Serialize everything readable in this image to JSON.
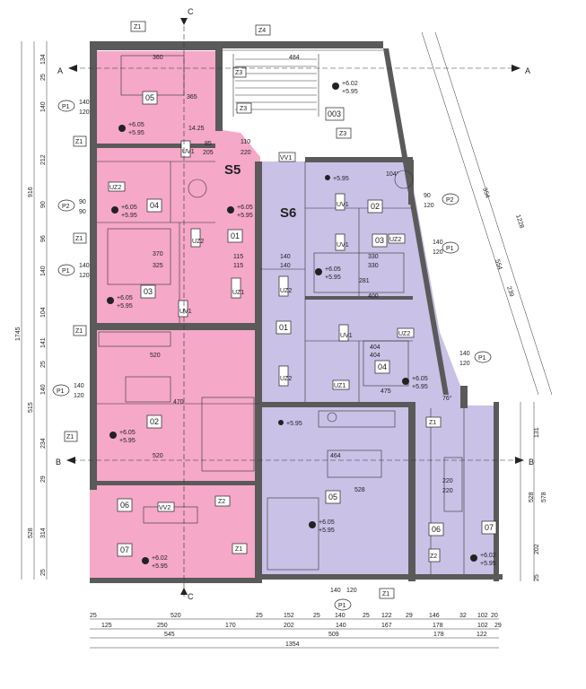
{
  "units": {
    "s5": {
      "label": "S5"
    },
    "s6": {
      "label": "S6"
    }
  },
  "section_marks": {
    "a": "A",
    "b": "B",
    "c": "C"
  },
  "rooms": {
    "r05_top": "05",
    "r04_left": "04",
    "r01_left": "01",
    "r03_left": "03",
    "r02_left": "02",
    "r06_left": "06",
    "r07_left": "07",
    "r003": "003",
    "r02_right": "02",
    "r03_right": "03",
    "r01_right": "01",
    "r04_right": "04",
    "r05_right": "05",
    "r06_right": "06",
    "r07_right": "07"
  },
  "elevations": {
    "top_right": [
      "+6.02",
      "+5.95"
    ],
    "r05": [
      "+6.05",
      "+5.95"
    ],
    "r04": [
      "+6.05",
      "+5.95"
    ],
    "r01_left": [
      "+6.05",
      "+5.95"
    ],
    "r03_left": [
      "+6.05",
      "+5.95"
    ],
    "r02_left": [
      "+6.05",
      "+5.95"
    ],
    "r07_left": [
      "+6.02",
      "+5.95"
    ],
    "right_top": [
      "+5.95"
    ],
    "right_r03": [
      "+6.05",
      "+5.95"
    ],
    "right_r04": [
      "+6.05",
      "+5.95"
    ],
    "right_kitchen": [
      "+5.95"
    ],
    "right_r05": [
      "+6.05",
      "+5.95"
    ],
    "right_r07": [
      "+6.02",
      "+5.95"
    ]
  },
  "tags": {
    "z1": "Z1",
    "z2": "Z2",
    "z3": "Z3",
    "z4": "Z4",
    "p1": "P1",
    "p2": "P2",
    "uz1": "UZ1",
    "uz2": "UZ2",
    "uv1": "UV1",
    "vv1": "VV1",
    "vv2": "VV2"
  },
  "openings": {
    "p1_top": [
      "140",
      "120"
    ],
    "p2_left": [
      "90",
      "90"
    ],
    "p1_mid": [
      "140",
      "120"
    ],
    "p1_lower": [
      "140",
      "120"
    ],
    "p2_right": [
      "90",
      "120"
    ],
    "p1_right": [
      "140",
      "120"
    ],
    "p1_right_low": [
      "140",
      "120"
    ],
    "p1_bottom": [
      "140",
      "120"
    ]
  },
  "interior_dims": {
    "d360": "360",
    "d484": "484",
    "d365": "365",
    "d1425": "14.25",
    "d110": "110",
    "d220": "220",
    "d85a": "85",
    "d205a": "205",
    "d370": "370",
    "d325": "325",
    "d115a": "115",
    "d115b": "115",
    "d140a": "140",
    "d140b": "140",
    "d330a": "330",
    "d330b": "330",
    "d400": "400",
    "d281": "281",
    "d520a": "520",
    "d520b": "520",
    "d470": "470",
    "d404a": "404",
    "d404b": "404",
    "d475": "475",
    "d464": "464",
    "d528": "528",
    "d220a": "220",
    "d220b": "220",
    "d104": "104°",
    "d76": "76°"
  },
  "bottom_dims": {
    "row1": [
      "25",
      "520",
      "25",
      "152",
      "25",
      "140",
      "25",
      "122",
      "29",
      "146",
      "32",
      "102",
      "20"
    ],
    "row2": [
      "125",
      "250",
      "170",
      "202",
      "140",
      "167",
      "178",
      "102",
      "29"
    ],
    "row3": [
      "545",
      "509",
      "178",
      "122"
    ],
    "row4": [
      "1354"
    ]
  },
  "left_dims": {
    "outer": [
      "1745"
    ],
    "mid": [
      "916",
      "515",
      "528"
    ],
    "inner": [
      "134",
      "25",
      "140",
      "212",
      "90",
      "96",
      "140",
      "104",
      "141",
      "25",
      "140",
      "234",
      "29",
      "314",
      "25"
    ]
  },
  "right_dims": {
    "diag": [
      "1228",
      "554",
      "354",
      "239"
    ],
    "vert": [
      "131",
      "578",
      "528",
      "202",
      "25"
    ]
  }
}
